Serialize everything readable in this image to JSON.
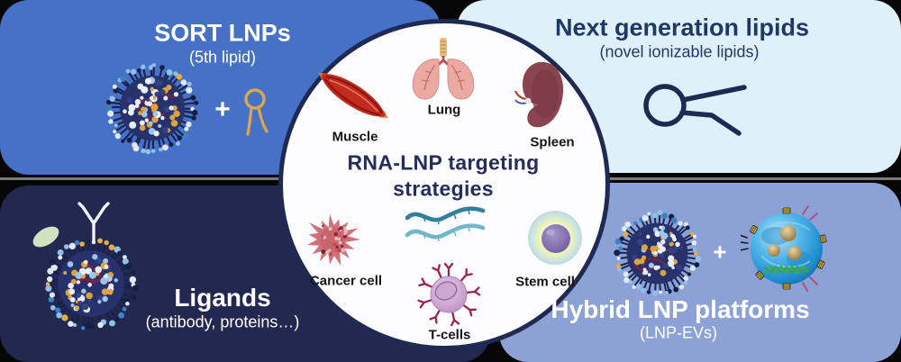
{
  "quadrants": {
    "sort_lnps": {
      "title": "SORT LNPs",
      "subtitle": "(5th lipid)",
      "plus": "+"
    },
    "next_generation": {
      "title": "Next generation lipids",
      "subtitle": "(novel ionizable lipids)"
    },
    "ligands": {
      "title": "Ligands",
      "subtitle": "(antibody, proteins…)"
    },
    "hybrid": {
      "title": "Hybrid LNP platforms",
      "subtitle": "(LNP-EVs)",
      "plus": "+"
    }
  },
  "center": {
    "title_line1": "RNA-LNP targeting",
    "title_line2": "strategies",
    "labels": {
      "muscle": "Muscle",
      "lung": "Lung",
      "spleen": "Spleen",
      "cancer_cell": "Cancer cell",
      "stem_cell": "Stem cell",
      "t_cells": "T-cells"
    }
  },
  "colors": {
    "card_sort": "#4671C6",
    "card_nextgen": "#E0F0FB",
    "card_ligands": "#232850",
    "card_hybrid": "#8CA1D5",
    "circle_border": "#1F2A52",
    "title_navy": "#272C5E",
    "heading_navy": "#1F3867",
    "gold_lipid": "#D9A84E",
    "ev_blue": "#2391D4",
    "rna_teal": "#2F7F9F"
  }
}
